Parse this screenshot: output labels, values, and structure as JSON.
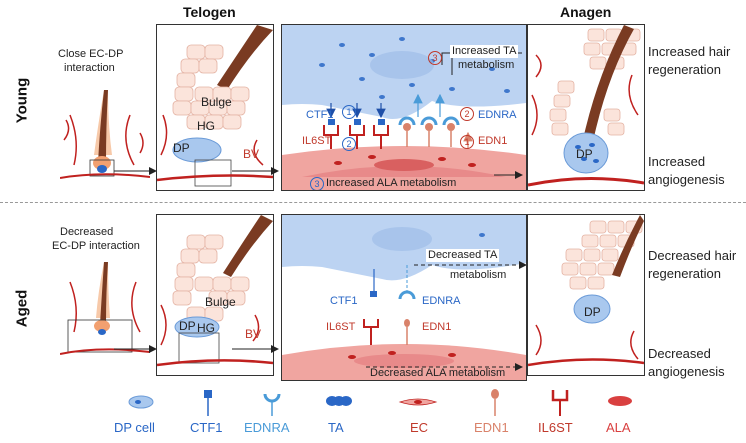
{
  "headers": {
    "telogen": "Telogen",
    "anagen": "Anagen"
  },
  "rows": {
    "young": {
      "label": "Young",
      "intro": [
        "Close EC-DP",
        "interaction"
      ],
      "tel_labels": {
        "bulge": "Bulge",
        "hg": "HG",
        "dp": "DP",
        "bv": "BV"
      },
      "mech": {
        "ctf1": "CTF1",
        "il6st": "IL6ST",
        "ednra": "EDNRA",
        "edn1": "EDN1",
        "n1": "1",
        "n2": "2",
        "n3": "3",
        "ta_text": [
          "Increased TA",
          "metabolism"
        ],
        "ala_text": "Increased ALA metabolism"
      },
      "anagen_dp": "DP",
      "outcomes": {
        "hair": [
          "Increased hair",
          "regeneration"
        ],
        "angio": [
          "Increased",
          "angiogenesis"
        ]
      }
    },
    "aged": {
      "label": "Aged",
      "intro": [
        "Decreased",
        "EC-DP interaction"
      ],
      "tel_labels": {
        "bulge": "Bulge",
        "hg": "HG",
        "dp": "DP",
        "bv": "BV"
      },
      "mech": {
        "ctf1": "CTF1",
        "il6st": "IL6ST",
        "ednra": "EDNRA",
        "edn1": "EDN1",
        "ta_text": [
          "Decreased TA",
          "metabolism"
        ],
        "ala_text": "Decreased ALA metabolism"
      },
      "anagen_dp": "DP",
      "outcomes": {
        "hair": [
          "Decreased hair",
          "regeneration"
        ],
        "angio": [
          "Decreased",
          "angiogenesis"
        ]
      }
    }
  },
  "legend": [
    {
      "label": "DP cell",
      "color": "#2a67c6"
    },
    {
      "label": "CTF1",
      "color": "#2a67c6"
    },
    {
      "label": "EDNRA",
      "color": "#4a9bd8"
    },
    {
      "label": "TA",
      "color": "#2a67c6"
    },
    {
      "label": "EC",
      "color": "#c0392b"
    },
    {
      "label": "EDN1",
      "color": "#d9826a"
    },
    {
      "label": "IL6ST",
      "color": "#c0392b"
    },
    {
      "label": "ALA",
      "color": "#d94040"
    }
  ],
  "colors": {
    "dp_blue": "#a9c8ee",
    "ec_red": "#e88a8a",
    "hair": "#7a3b22",
    "cell_pink": "#f8d9cf",
    "line_red": "#c0211f"
  }
}
